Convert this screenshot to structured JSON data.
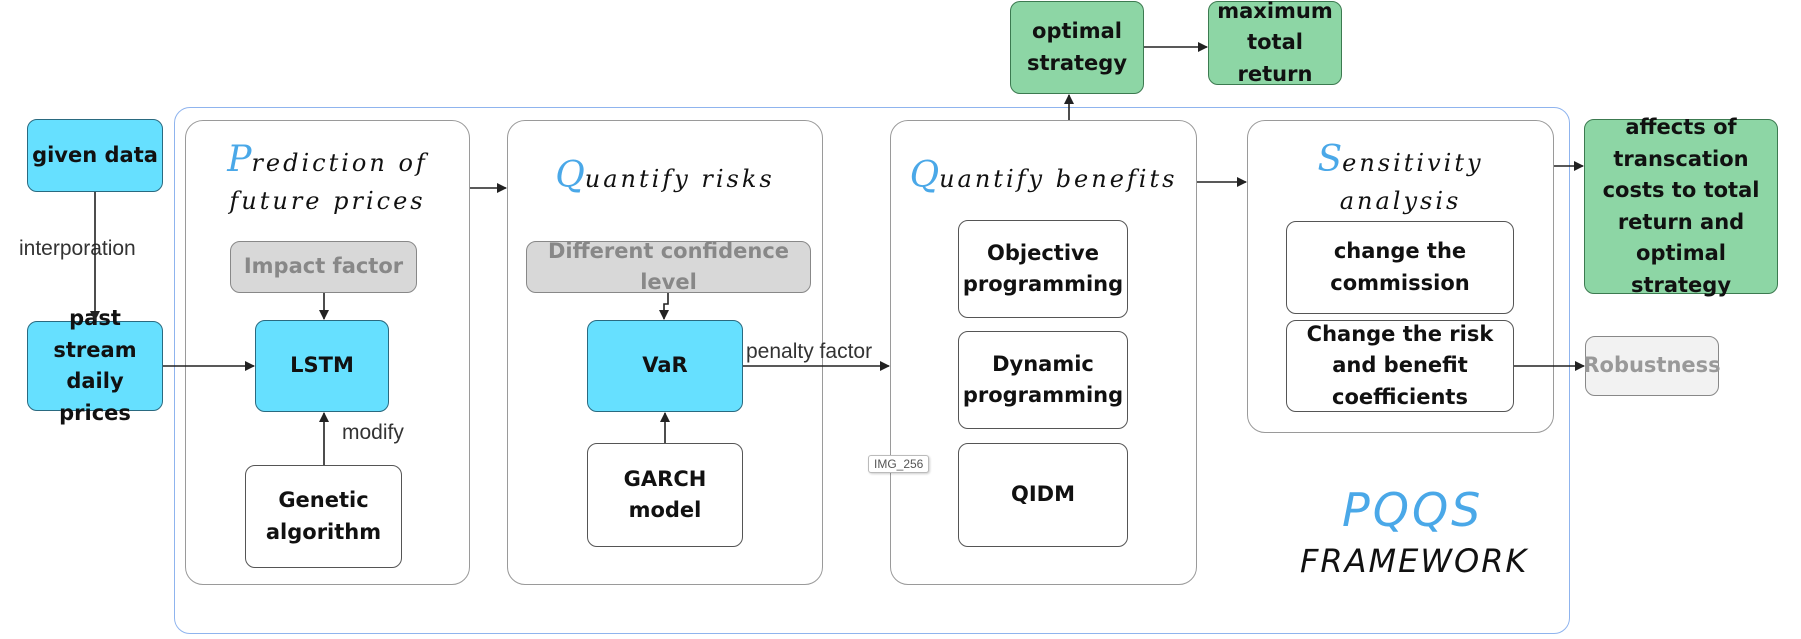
{
  "nodes": {
    "given_data": "given data",
    "past_prices": "past stream daily prices",
    "impact_factor": "Impact factor",
    "lstm": "LSTM",
    "genetic_algorithm": "Genetic algorithm",
    "confidence_level": "Different confidence level",
    "var": "VaR",
    "garch": "GARCH model",
    "objective_programming": "Objective programming",
    "dynamic_programming": "Dynamic programming",
    "qidm": "QIDM",
    "optimal_strategy": "optimal strategy",
    "maximum_return": "maximum total return",
    "change_commission": "change the commission",
    "change_risk": "Change the risk and benefit coefficients",
    "affects": "affects of transcation costs to total return and optimal strategy",
    "robustness": "Robustness"
  },
  "panels": {
    "prediction": {
      "cap": "P",
      "rest": "rediction of future prices"
    },
    "risks": {
      "cap": "Q",
      "rest": "uantify risks"
    },
    "benefits": {
      "cap": "Q",
      "rest": "uantify benefits"
    },
    "sensitivity": {
      "cap": "S",
      "rest": "ensitivity analysis"
    }
  },
  "edge_labels": {
    "interporation": "interporation",
    "modify": "modify",
    "penalty_factor": "penalty factor"
  },
  "brand": {
    "line1": "PQQS",
    "line2": "FRAMEWORK"
  },
  "image_tag": "IMG_256",
  "colors": {
    "cyan": "#66e0ff",
    "green": "#8dd6a5",
    "accent": "#4aa8e8",
    "outer_border": "#8fb4ee"
  }
}
